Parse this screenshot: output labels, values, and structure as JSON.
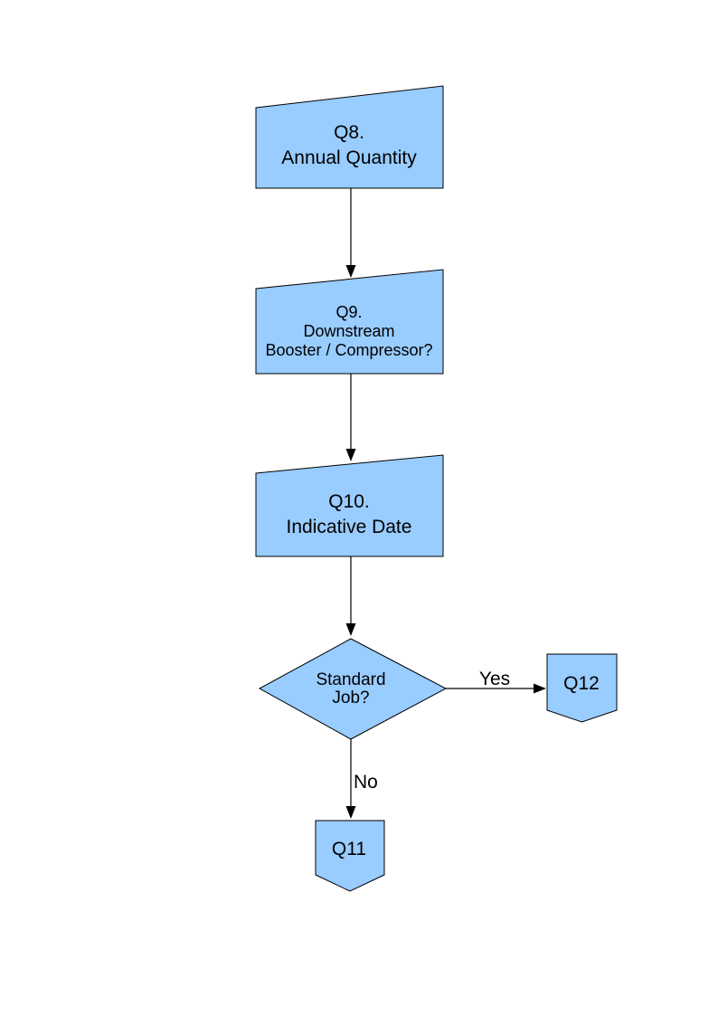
{
  "colors": {
    "background": "#FFFFFF",
    "shape_fill": "#99CCFF",
    "shape_border": "#000000",
    "connector": "#000000",
    "text": "#000000"
  },
  "nodes": {
    "q8": {
      "type": "manual-input",
      "line1": "Q8.",
      "line2": "Annual Quantity"
    },
    "q9": {
      "type": "manual-input",
      "line1": "Q9.",
      "line2": "Downstream",
      "line3": "Booster / Compressor?"
    },
    "q10": {
      "type": "manual-input",
      "line1": "Q10.",
      "line2": "Indicative Date"
    },
    "decision": {
      "type": "decision",
      "line1": "Standard",
      "line2": "Job?"
    },
    "q12": {
      "type": "off-page-connector",
      "label": "Q12"
    },
    "q11": {
      "type": "off-page-connector",
      "label": "Q11"
    }
  },
  "edge_labels": {
    "yes": "Yes",
    "no": "No"
  }
}
